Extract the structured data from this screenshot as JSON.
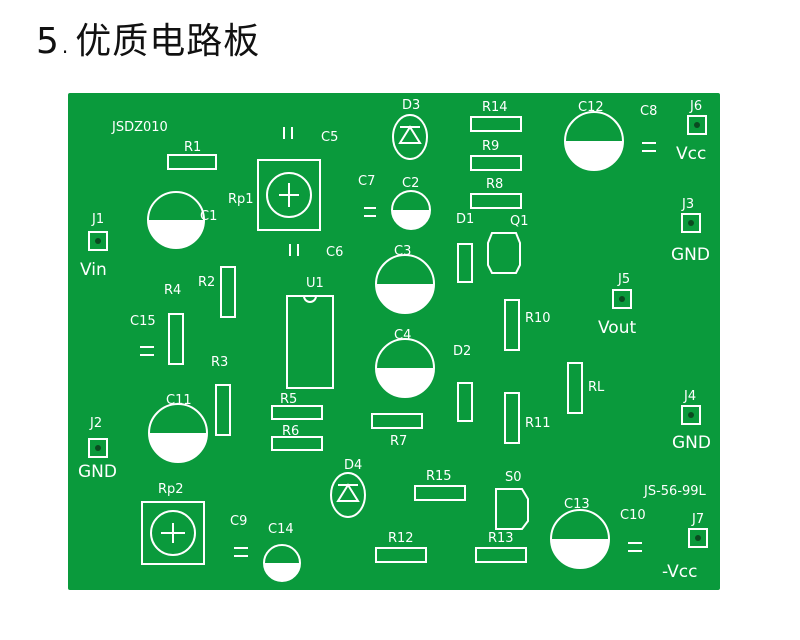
{
  "heading": {
    "number": "5",
    "dot": ".",
    "title": "优质电路板"
  },
  "board": {
    "board_id": "JSDZ010",
    "code": "JS-56-99L",
    "colors": {
      "mask": "#0a9a3c",
      "silk": "#ffffff"
    },
    "labels": {
      "J1": "J1",
      "Vin": "Vin",
      "J2": "J2",
      "GND2": "GND",
      "J3": "J3",
      "GND3": "GND",
      "J4": "J4",
      "GND4": "GND",
      "J5": "J5",
      "Vout": "Vout",
      "J6": "J6",
      "Vcc": "Vcc",
      "J7": "J7",
      "nVcc": "-Vcc",
      "R1": "R1",
      "R2": "R2",
      "R3": "R3",
      "R4": "R4",
      "R5": "R5",
      "R6": "R6",
      "R7": "R7",
      "R8": "R8",
      "R9": "R9",
      "R10": "R10",
      "R11": "R11",
      "R12": "R12",
      "R13": "R13",
      "R14": "R14",
      "R15": "R15",
      "RL": "RL",
      "Rp1": "Rp1",
      "Rp2": "Rp2",
      "C1": "C1",
      "C2": "C2",
      "C3": "C3",
      "C4": "C4",
      "C5": "C5",
      "C6": "C6",
      "C7": "C7",
      "C8": "C8",
      "C9": "C9",
      "C10": "C10",
      "C11": "C11",
      "C12": "C12",
      "C13": "C13",
      "C14": "C14",
      "C15": "C15",
      "D1": "D1",
      "D2": "D2",
      "D3": "D3",
      "D4": "D4",
      "Q1": "Q1",
      "S0": "S0",
      "U1": "U1"
    }
  }
}
